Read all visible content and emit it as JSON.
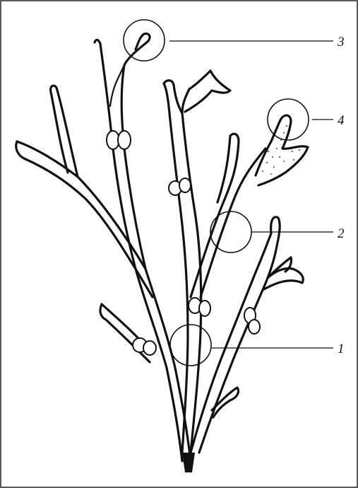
{
  "figure": {
    "subject": "",
    "callouts": [
      {
        "id": "1",
        "label": "1"
      },
      {
        "id": "2",
        "label": "2"
      },
      {
        "id": "3",
        "label": "3"
      },
      {
        "id": "4",
        "label": "4"
      }
    ],
    "colors": {
      "ink": "#111111",
      "background": "#ffffff",
      "stipple": "#777777"
    }
  }
}
